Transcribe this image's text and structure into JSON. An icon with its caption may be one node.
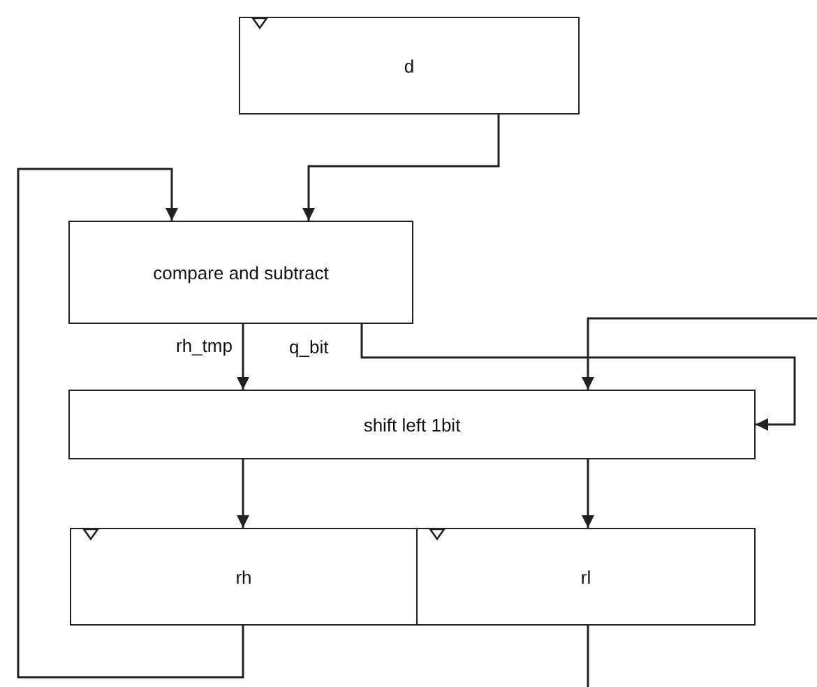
{
  "diagram": {
    "nodes": [
      {
        "text": [
          "d"
        ]
      },
      {
        "text": [
          "compare and subtract"
        ]
      },
      {
        "text": [
          "shift left 1bit"
        ]
      },
      {
        "text": [
          "rh"
        ]
      },
      {
        "text": [
          "rl"
        ]
      }
    ],
    "edges": [
      {
        "from": 0,
        "to": 1,
        "arrow": "to"
      },
      {
        "from": 3,
        "to": 1,
        "arrow": "to"
      },
      {
        "from": 1,
        "to": 2,
        "label": "rh_tmp",
        "arrow": "to"
      },
      {
        "from": 1,
        "to": 2,
        "label": "q_bit",
        "arrow": "to"
      },
      {
        "from": null,
        "to": 2,
        "arrow": "to"
      },
      {
        "from": 2,
        "to": 3,
        "arrow": "to"
      },
      {
        "from": 2,
        "to": 4,
        "arrow": "to"
      },
      {
        "from": 4,
        "to": null,
        "arrow": "none"
      }
    ]
  }
}
